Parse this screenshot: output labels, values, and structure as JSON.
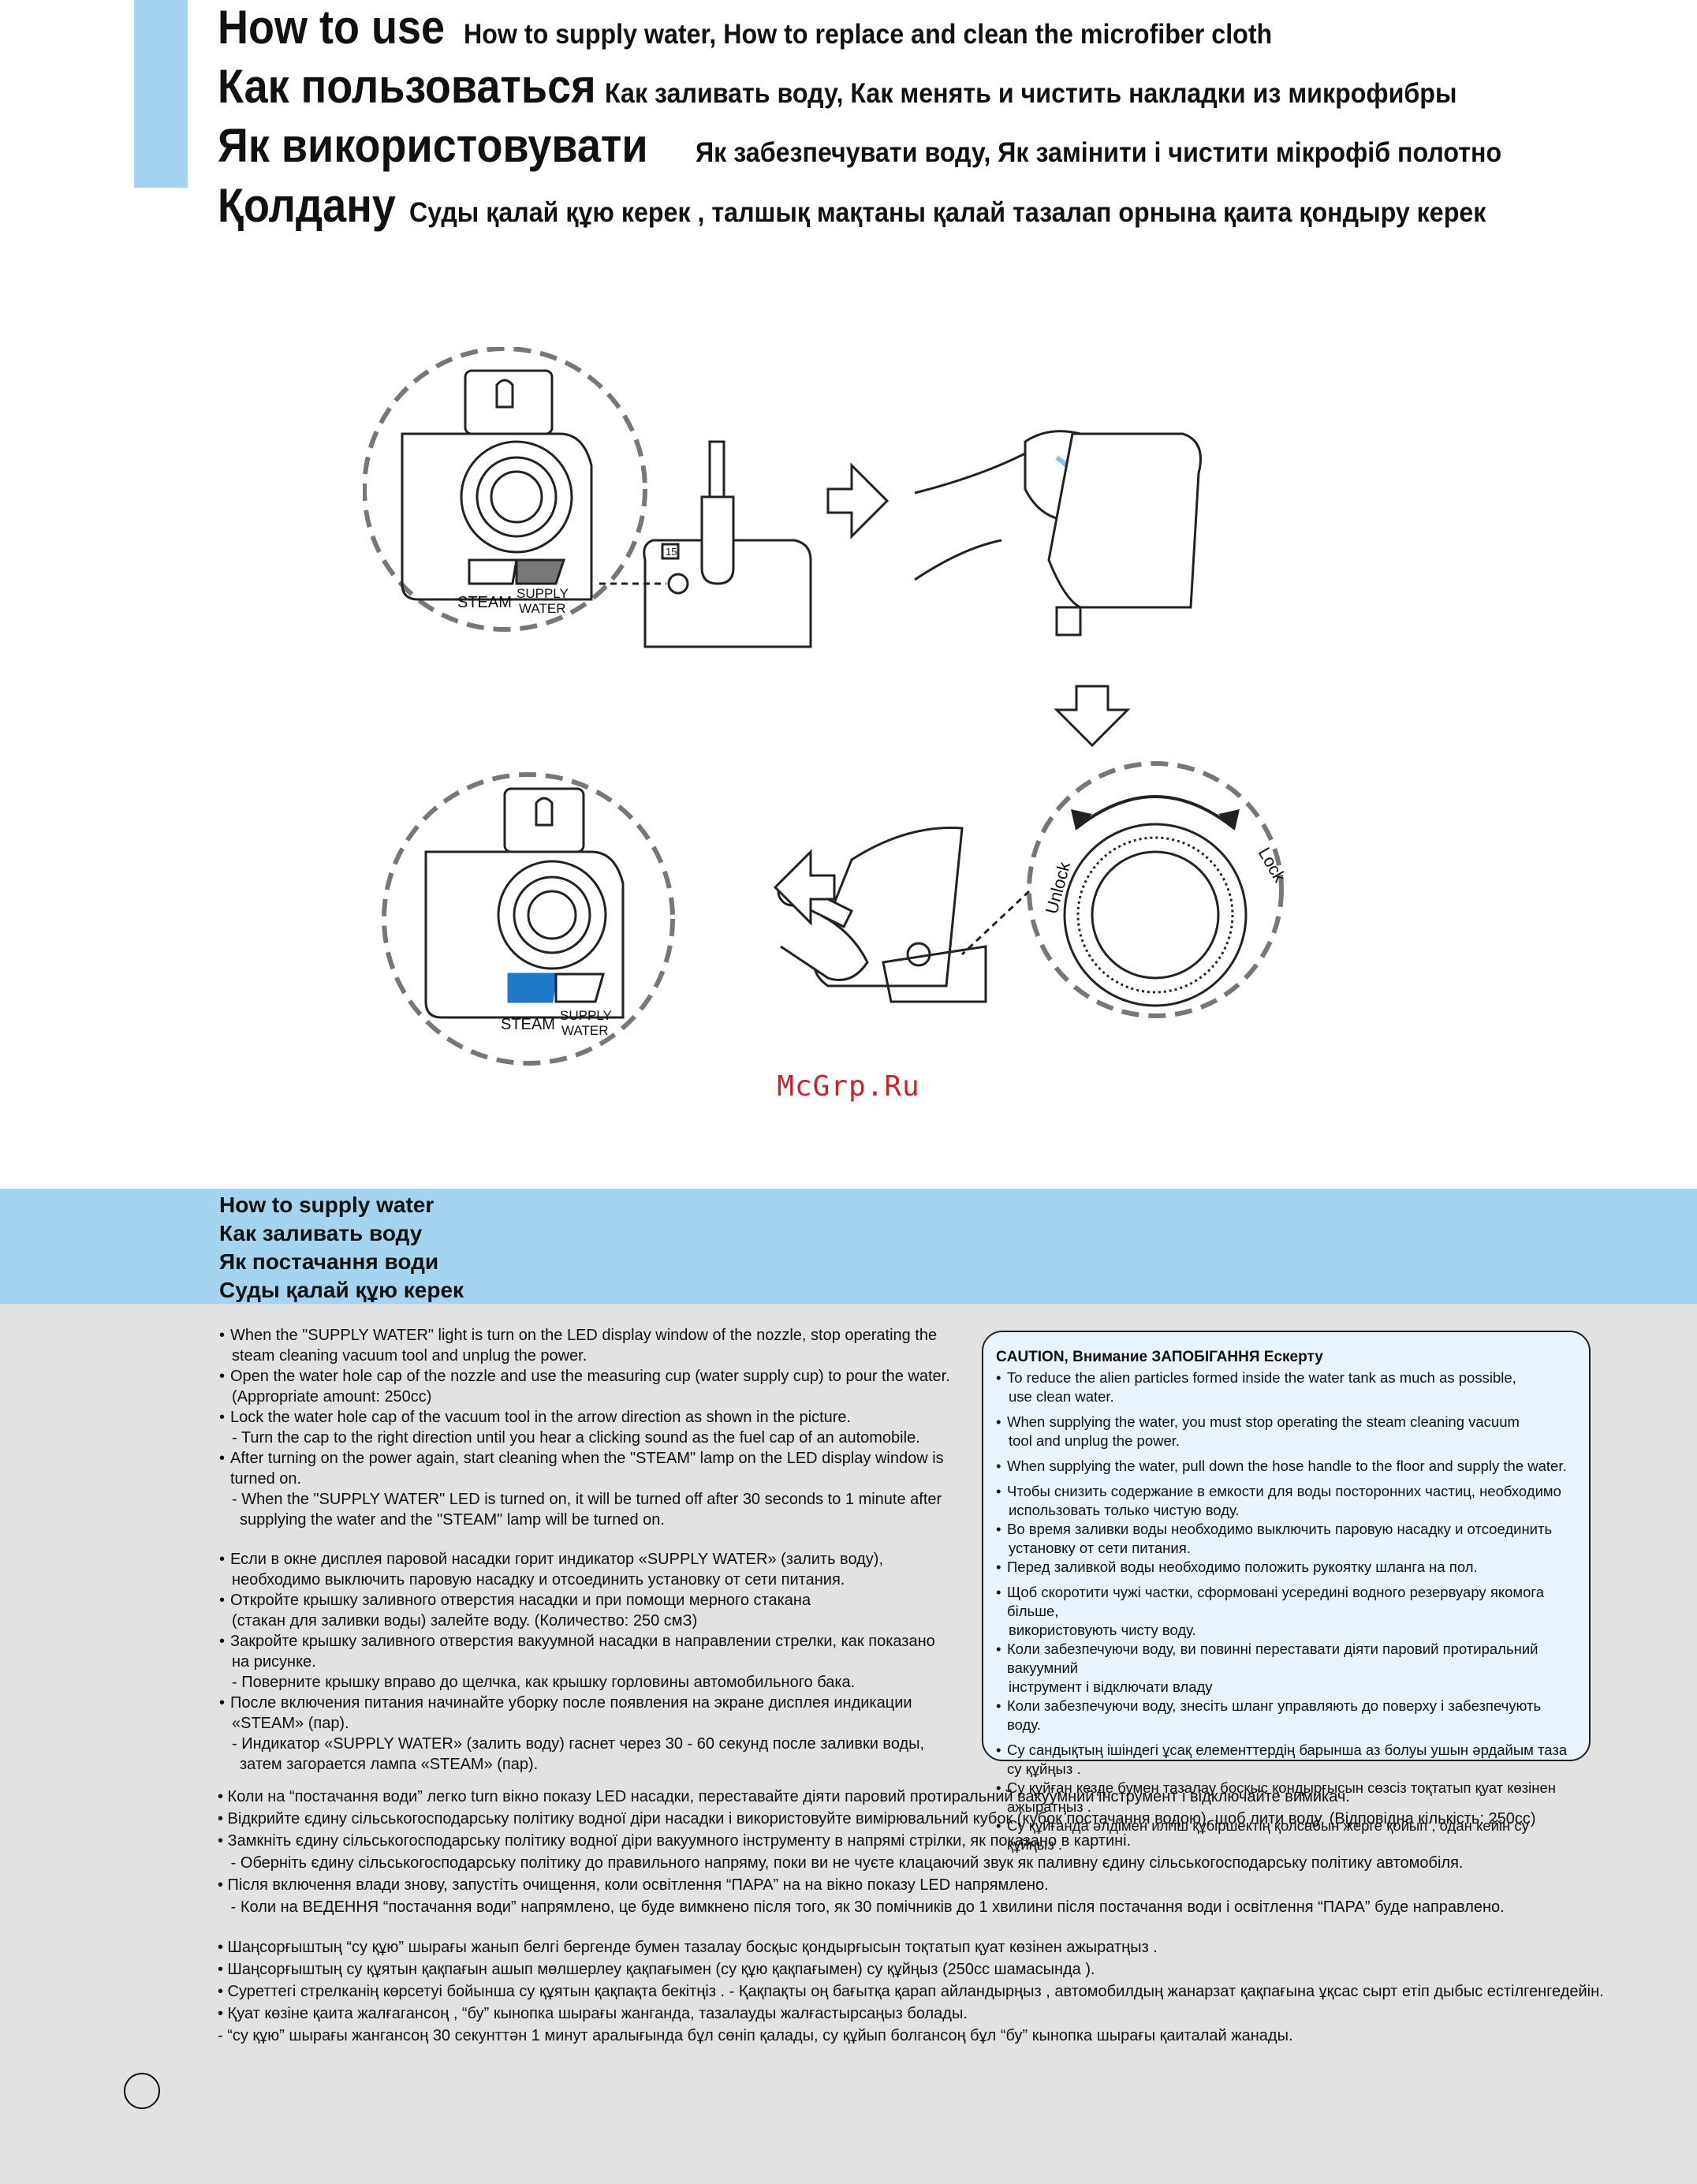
{
  "header": {
    "lines": [
      {
        "main": "How to use",
        "sub": "How to supply water, How to replace and clean the microfiber cloth"
      },
      {
        "main": "Как пользоваться",
        "sub": "Как заливать воду, Как менять и чистить накладки из микрофибры"
      },
      {
        "main": "Як використовувати",
        "sub": "Як забезпечувати воду, Як замінити і чистити мікрофіб полотно"
      },
      {
        "main": "Қолдану",
        "sub": "Суды қалай құю керек , талшық мақтаны қалай тазалап орнына қаита қондыру керек"
      }
    ]
  },
  "illustration": {
    "labels": {
      "steam": "STEAM",
      "supply1": "SUPPLY",
      "supply2": "WATER",
      "unlock": "Unlock",
      "lock": "Lock",
      "marker": "15"
    },
    "colors": {
      "accent": "#a5d4f1",
      "indicator_blue": "#1f78c8",
      "water": "#7ec3ea"
    }
  },
  "watermark": "McGrp.Ru",
  "section": {
    "titles": [
      "How to supply water",
      "Как заливать воду",
      "Як постачання води",
      "Суды қалай құю керек"
    ]
  },
  "instructions": {
    "en": [
      {
        "type": "bullet",
        "text": "When the \"SUPPLY WATER\" light is turn on the LED display window of the nozzle, stop operating the"
      },
      {
        "type": "cont",
        "text": "steam cleaning vacuum tool and unplug the power."
      },
      {
        "type": "bullet",
        "text": "Open the water hole cap of the nozzle and use the measuring cup (water supply cup) to pour the water."
      },
      {
        "type": "cont",
        "text": "(Appropriate amount: 250cc)"
      },
      {
        "type": "bullet",
        "text": "Lock the water hole cap of the vacuum tool in the arrow direction as shown in the picture."
      },
      {
        "type": "cont",
        "text": "- Turn the cap to the right direction until you hear a clicking sound as the fuel cap of  an automobile."
      },
      {
        "type": "bullet",
        "text": "After turning on the power again, start cleaning when the \"STEAM\" lamp on the LED display window is turned on."
      },
      {
        "type": "cont",
        "text": "- When the \"SUPPLY WATER\" LED is turned on, it will be turned off after 30 seconds to 1 minute after"
      },
      {
        "type": "cont2",
        "text": "supplying the water and the \"STEAM\" lamp will be turned on."
      }
    ],
    "ru": [
      {
        "type": "bullet",
        "text": "Если в окне дисплея паровой насадки горит индикатор «SUPPLY WATER» (залить воду),"
      },
      {
        "type": "cont",
        "text": "необходимо выключить паровую насадку и отсоединить установку от сети питания."
      },
      {
        "type": "bullet",
        "text": "Откройте крышку заливного отверстия насадки и при помощи мерного стакана"
      },
      {
        "type": "cont",
        "text": "(стакан для заливки воды) залейте воду. (Количество: 250 смЗ)"
      },
      {
        "type": "bullet",
        "text": "Закройте крышку заливного отверстия вакуумной насадки в направлении стрелки, как показано"
      },
      {
        "type": "cont",
        "text": "на  рисунке."
      },
      {
        "type": "cont",
        "text": "- Поверните крышку вправо до щелчка, как крышку горловины автомобильного бака."
      },
      {
        "type": "bullet",
        "text": "После включения питания начинайте уборку после появления на экране дисплея индикации"
      },
      {
        "type": "cont",
        "text": "«STEAM» (пар)."
      },
      {
        "type": "cont",
        "text": "- Индикатор «SUPPLY WATER» (залить воду) гаснет через 30 - 60 секунд после  заливки воды,"
      },
      {
        "type": "cont2",
        "text": "затем загорается лампа «STEAM» (пар)."
      }
    ]
  },
  "caution": {
    "title": "CAUTION, Внимание  ЗАПОБІГАННЯ   Ескерту",
    "en": [
      "To reduce the alien particles formed inside the water tank as much as possible,",
      "use clean water.",
      "When supplying the water, you must stop operating the steam cleaning vacuum",
      "tool and unplug the power.",
      "When supplying the water, pull down the hose handle to the floor and supply the water."
    ],
    "ru": [
      "Чтобы снизить содержание в емкости для воды посторонних частиц, необходимо",
      "использовать только чистую воду.",
      "Во время заливки воды необходимо выключить паровую насадку и отсоединить",
      "установку от сети питания.",
      "Перед заливкой воды необходимо положить рукоятку шланга на пол."
    ],
    "uk": [
      "Щоб скоротити чужі частки, сформовані усередині водного резервуару якомога більше,",
      "використовують чисту воду.",
      "Коли забезпечуючи воду, ви повинні переставати діяти паровий протиральний вакуумний",
      "інструмент і відключати владу",
      "Коли забезпечуючи воду, знесіть шланг управляють до поверху і забезпечують воду."
    ],
    "kk": [
      "Су сандықтың ішіндегі ұсақ елементтердің барынша аз болуы ушын әрдайым таза су құйңыз .",
      "Су құйған кезде бумен тазалау босқыс қондырғысын сөзсіз тоқтатып қуат көзінен ажыратңыз .",
      "Су құйғанда әлдімен илгіш құбіршектің қолсабын жерге қойып , одан кейін су құйңыз ."
    ]
  },
  "ukrainian": [
    "• Коли на “постачання води” легко turn вікно показу LED насадки, переставайте діяти паровий протиральний вакуумний інструмент і відключайте вимикач.",
    "• Відкрийте єдину сільськогосподарську політику водної діри насадки і використовуйте вимірювальний кубок (кубок постачання водою), щоб лити воду. (Відповідна кількість: 250сс)",
    "• Замкніть єдину сільськогосподарську політику водної діри вакуумного інструменту в напрямі стрілки, як показано в картині.",
    "   - Оберніть єдину сільськогосподарську політику до правильного напряму, поки ви не чуєте клацаючий звук як паливну єдину сільськогосподарську політику автомобіля.",
    "• Після включення влади знову, запустіть очищення, коли освітлення “ПАРА” на на вікно показу LED напрямлено.",
    "   - Коли на ВЕДЕННЯ “постачання води” напрямлено, це буде вимкнено після того, як 30 помічників до 1 хвилини після постачання води і освітлення “ПАРА” буде направлено."
  ],
  "kazakh": [
    "•  Шаңсорғыштың “су құю” шырағы жанып белгі бергенде бумен тазалау босқыс қондырғысын тоқтатып қуат көзінен ажыратңыз .",
    "•  Шаңсорғыштың  су құятын қақпағын ашып мөлшерлеу қақпағымен (су құю қақпағымен) су құйңыз (250сс шамасында ).",
    "•  Суреттегі стрелканің көрсетуі бойынша су құятын қақпақта бекітңіз . - Қақпақты оң бағытқа қарап айландырңыз , автомобилдың жанарзат қақпағына ұқсас сырт етіп дыбыс естілгенгедейін.",
    "•  Қуат көзіне қаита жалғагансоң , “бу” кынопка шырағы жанганда, тазалауды жалғастырсаңыз болады.",
    " - “су құю” шырағы жангансоң 30 секунттән 1 минут аралығында  бұл сөніп қалады, су құйып болгансоң бұл “бу” кынопка шырағы қаиталай жанады."
  ]
}
